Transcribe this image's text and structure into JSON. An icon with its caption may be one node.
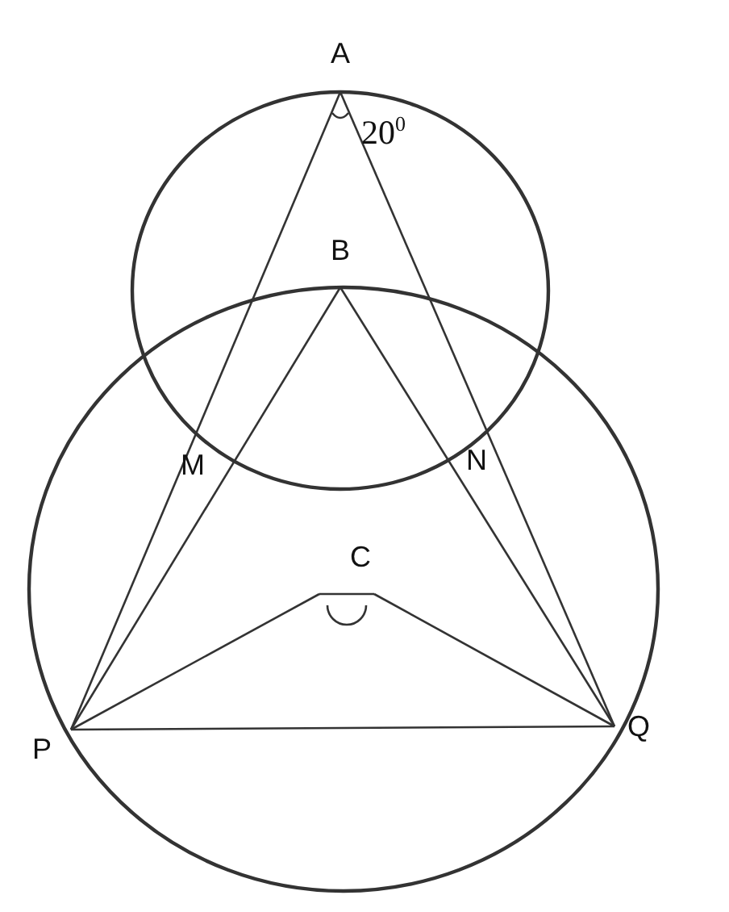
{
  "diagram": {
    "labels": [
      "A",
      "20$^{0}$",
      "B",
      "M",
      "N",
      "C",
      "P",
      "Q"
    ]
  }
}
